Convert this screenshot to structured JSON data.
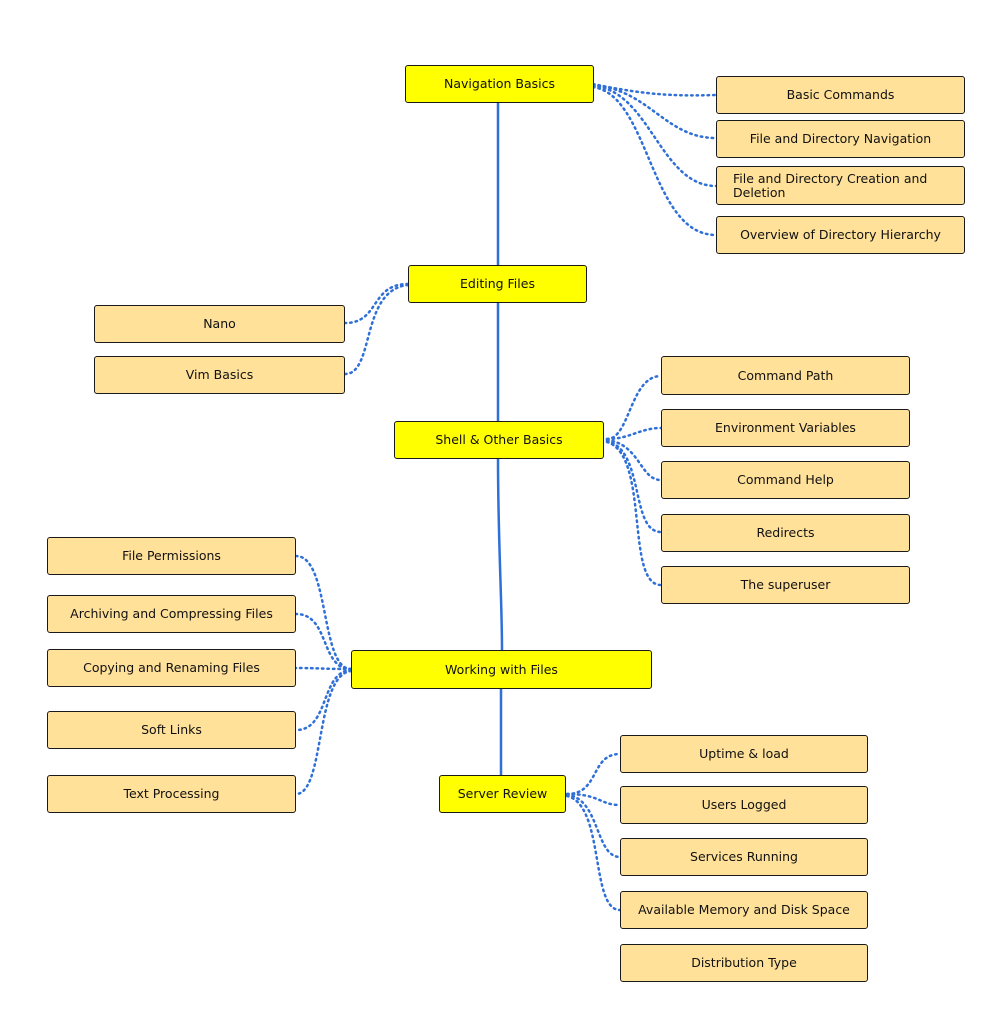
{
  "colors": {
    "main_node": "#ffff00",
    "sub_node": "#ffe19a",
    "trunk_line": "#2f6fd8",
    "dotted_line": "#2f6fd8",
    "border": "#1a1a1a"
  },
  "main_nodes": {
    "navigation_basics": "Navigation Basics",
    "editing_files": "Editing Files",
    "shell_other_basics": "Shell & Other Basics",
    "working_with_files": "Working with Files",
    "server_review": "Server Review"
  },
  "navigation_basics_topics": [
    "Basic Commands",
    "File and Directory Navigation",
    "File and Directory Creation and Deletion",
    "Overview of Directory Hierarchy"
  ],
  "editing_files_topics": [
    "Nano",
    "Vim Basics"
  ],
  "shell_other_basics_topics": [
    "Command Path",
    "Environment Variables",
    "Command Help",
    "Redirects",
    "The superuser"
  ],
  "working_with_files_topics": [
    "File Permissions",
    "Archiving and Compressing Files",
    "Copying and Renaming Files",
    "Soft Links",
    "Text Processing"
  ],
  "server_review_topics": [
    "Uptime & load",
    "Users Logged",
    "Services Running",
    "Available Memory and Disk Space",
    "Distribution Type"
  ]
}
